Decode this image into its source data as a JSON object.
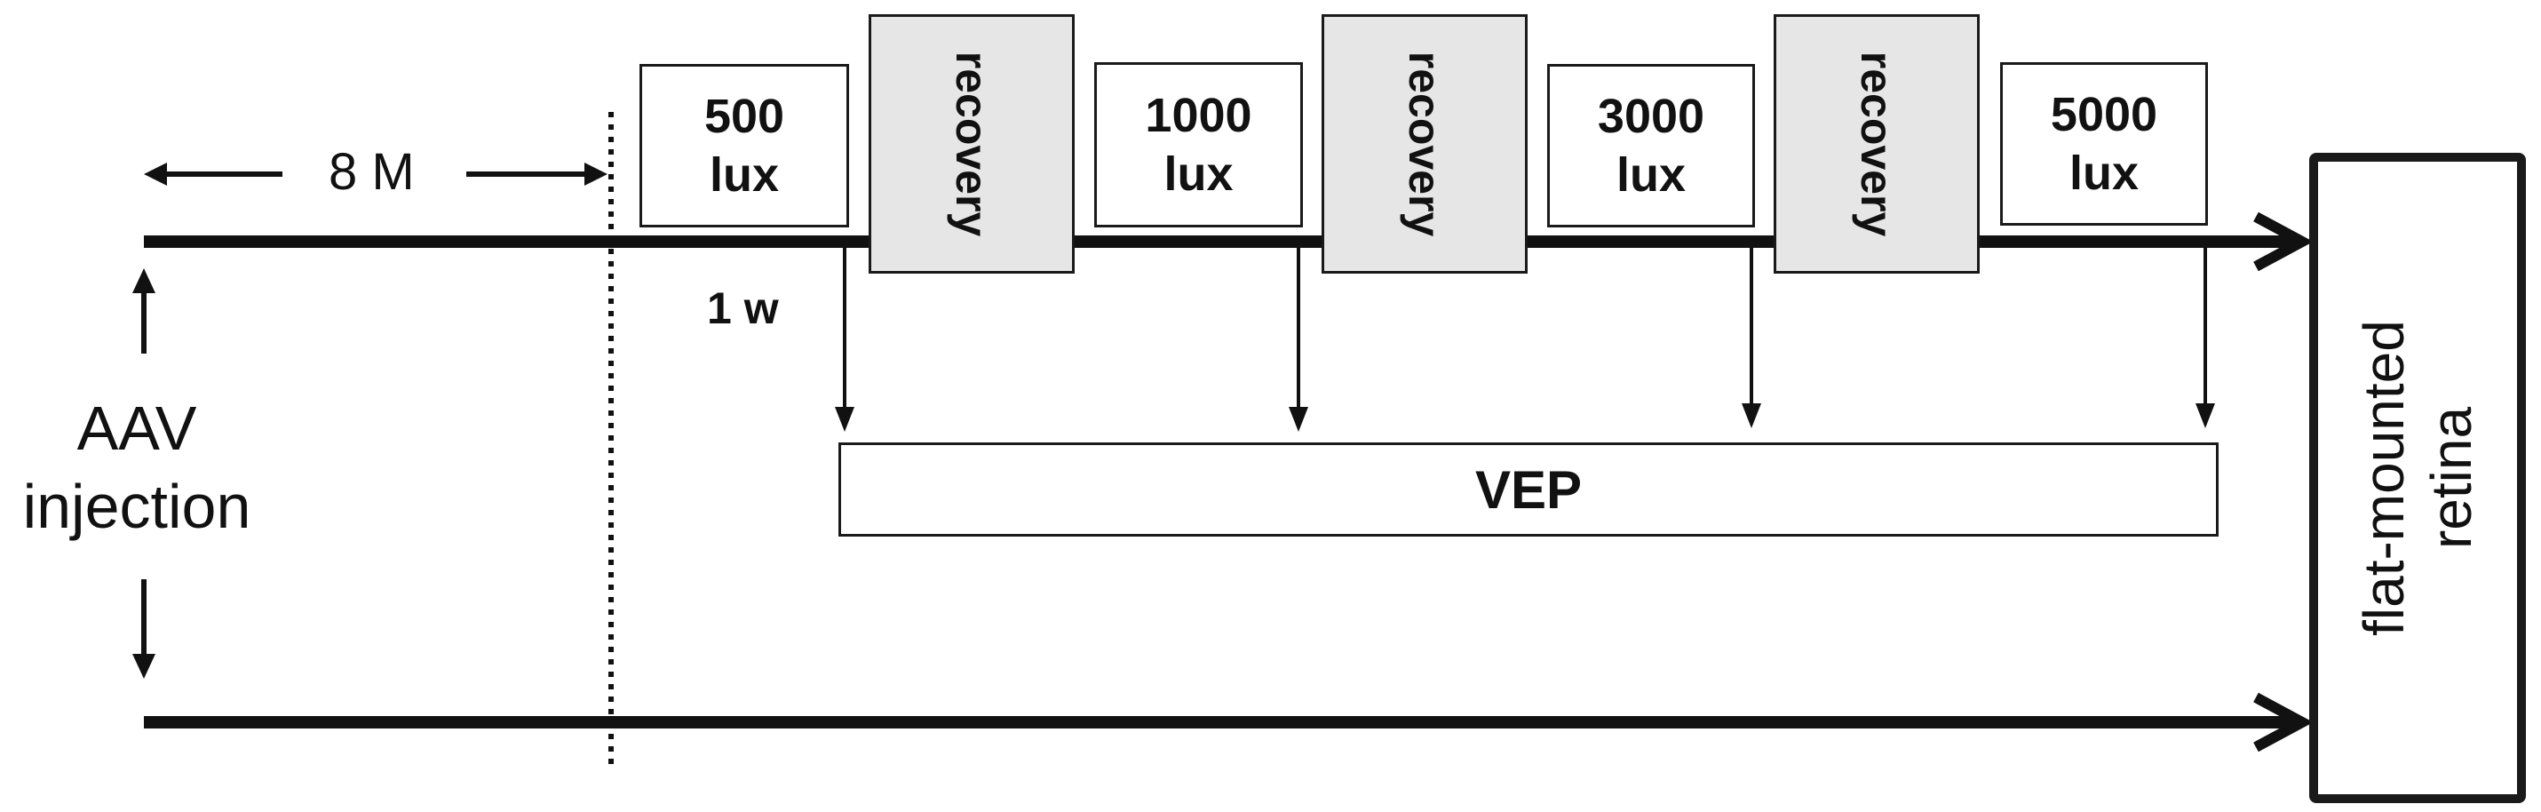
{
  "timeline": {
    "duration_label": "8 M",
    "start_label_line1": "AAV",
    "start_label_line2": "injection",
    "first_interval_label": "1 w"
  },
  "light_steps": [
    {
      "value": "500",
      "unit": "lux"
    },
    {
      "value": "1000",
      "unit": "lux"
    },
    {
      "value": "3000",
      "unit": "lux"
    },
    {
      "value": "5000",
      "unit": "lux"
    }
  ],
  "recovery_label": "recovery",
  "measurement_label": "VEP",
  "endpoint": {
    "line1": "flat-mounted",
    "line2": "retina"
  }
}
